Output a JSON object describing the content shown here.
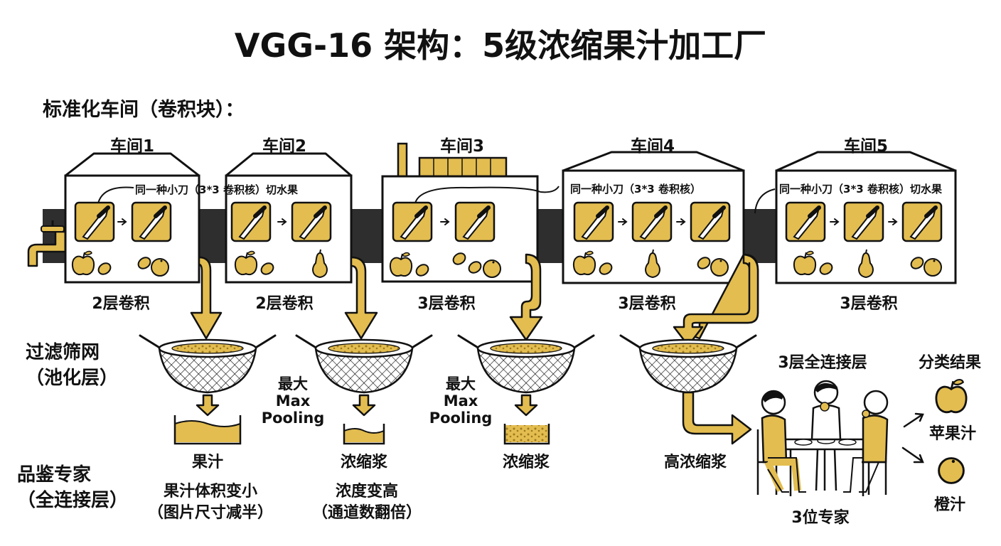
{
  "title": "VGG-16 架构：5级浓缩果汁加工厂",
  "conv_section_label": "标准化车间（卷积块）：",
  "workshops": [
    {
      "name": "车间1",
      "layers": "2层卷积",
      "knives": 2
    },
    {
      "name": "车间2",
      "layers": "2层卷积",
      "knives": 2
    },
    {
      "name": "车间3",
      "layers": "3层卷积",
      "knives": 2
    },
    {
      "name": "车间4",
      "layers": "3层卷积",
      "knives": 3
    },
    {
      "name": "车间5",
      "layers": "3层卷积",
      "knives": 3
    }
  ],
  "knife_notes": [
    "同一种小刀（3*3 卷积核）切水果",
    "同一种小刀（3*3 卷积核）",
    "同一种小刀（3*3 卷积核）切水果"
  ],
  "pooling": {
    "label_line1": "过滤筛网",
    "label_line2": "（池化层）",
    "max_pooling_lines": [
      "最大",
      "Max",
      "Pooling"
    ]
  },
  "outputs": {
    "juice": "果汁",
    "concentrate_1": "浓缩浆",
    "concentrate_2": "浓缩浆",
    "high_concentrate": "高浓缩浆"
  },
  "notes": {
    "volume_line1": "果汁体积变小",
    "volume_line2": "（图片尺寸减半）",
    "density_line1": "浓度变高",
    "density_line2": "（通道数翻倍）"
  },
  "fc": {
    "label_line1": "品鉴专家",
    "label_line2": "（全连接层）",
    "title": "3层全连接层",
    "experts": "3位专家"
  },
  "classification": {
    "title": "分类结果",
    "results": [
      "苹果汁",
      "橙汁"
    ]
  },
  "colors": {
    "accent": "#E3BD50",
    "accent_dark": "#C9A032",
    "ink": "#111111",
    "conveyor": "#2E2E2E"
  }
}
